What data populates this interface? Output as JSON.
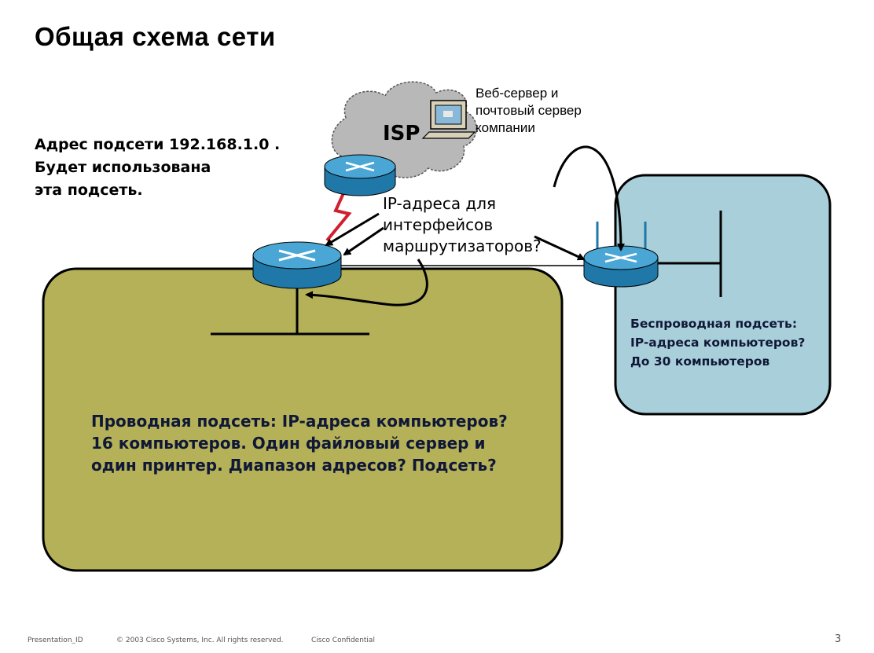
{
  "title": "Общая схема сети",
  "subnet_note": {
    "line1": "Адрес подсети  192.168.1.0 .",
    "line2": "Будет использована",
    "line3": "эта подсеть."
  },
  "server_label": {
    "line1": "Веб-сервер и",
    "line2": "почтовый сервер",
    "line3": "компании"
  },
  "isp_label": "ISP",
  "router_ip_question": {
    "line1": "IP-адреса для",
    "line2": "интерфейсов",
    "line3": "маршрутизаторов?"
  },
  "wireless_subnet": {
    "line1": "Беспроводная подсеть:",
    "line2": "IP-адреса компьютеров?",
    "line3": "До 30 компьютеров"
  },
  "wired_subnet": {
    "line1": "Проводная подсеть: IP-адреса компьютеров?",
    "line2": "16 компьютеров. Один файловый сервер и",
    "line3": "один принтер. Диапазон адресов? Подсеть?"
  },
  "footer": {
    "presentation": "Presentation_ID",
    "copyright": "© 2003 Cisco Systems, Inc. All rights reserved.",
    "confidential": "Cisco Confidential",
    "page": "3"
  },
  "colors": {
    "wired_area": "#b5b158",
    "wireless_area": "#a9cfda",
    "router": "#2f93c6",
    "cloud": "#b8b8b8",
    "wan_link": "#d02030"
  }
}
